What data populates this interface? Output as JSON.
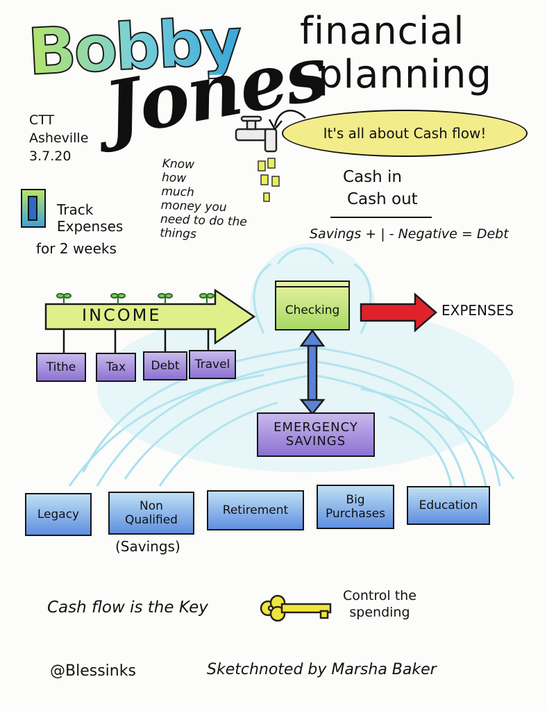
{
  "header": {
    "name_first": "Bobby",
    "name_last": "Jones",
    "title_line1": "financial",
    "title_line2": "planning"
  },
  "meta": {
    "org": "CTT",
    "city": "Asheville",
    "date": "3.7.20"
  },
  "notes": {
    "know": [
      "Know",
      "how",
      "much",
      "money you",
      "need to do the",
      "things"
    ],
    "track_line1": "Track",
    "track_line2": "Expenses",
    "track_line3": "for 2 weeks",
    "cash_flow_bubble": "It's all about Cash flow!",
    "cash_in": "Cash in",
    "cash_out": "Cash out",
    "savings_equation": "Savings + | - Negative = Debt"
  },
  "flow": {
    "income": "INCOME",
    "income_branches": [
      "Tithe",
      "Tax",
      "Debt",
      "Travel"
    ],
    "checking": "Checking",
    "expenses": "EXPENSES",
    "emergency_line1": "EMERGENCY",
    "emergency_line2": "SAVINGS"
  },
  "buckets": {
    "items": [
      "Legacy",
      "Non Qualified",
      "Retirement",
      "Big Purchases",
      "Education"
    ],
    "non_qualified_note": "(Savings)"
  },
  "footer": {
    "cash_flow_key": "Cash flow is the Key",
    "control_line1": "Control the",
    "control_line2": "spending",
    "handle": "@Blessinks",
    "credit": "Sketchnoted by Marsha Baker"
  },
  "colors": {
    "income_arrow": "#dff08a",
    "expenses_arrow": "#e0222a",
    "key": "#f0e63a",
    "water": "#8fd8ea"
  }
}
